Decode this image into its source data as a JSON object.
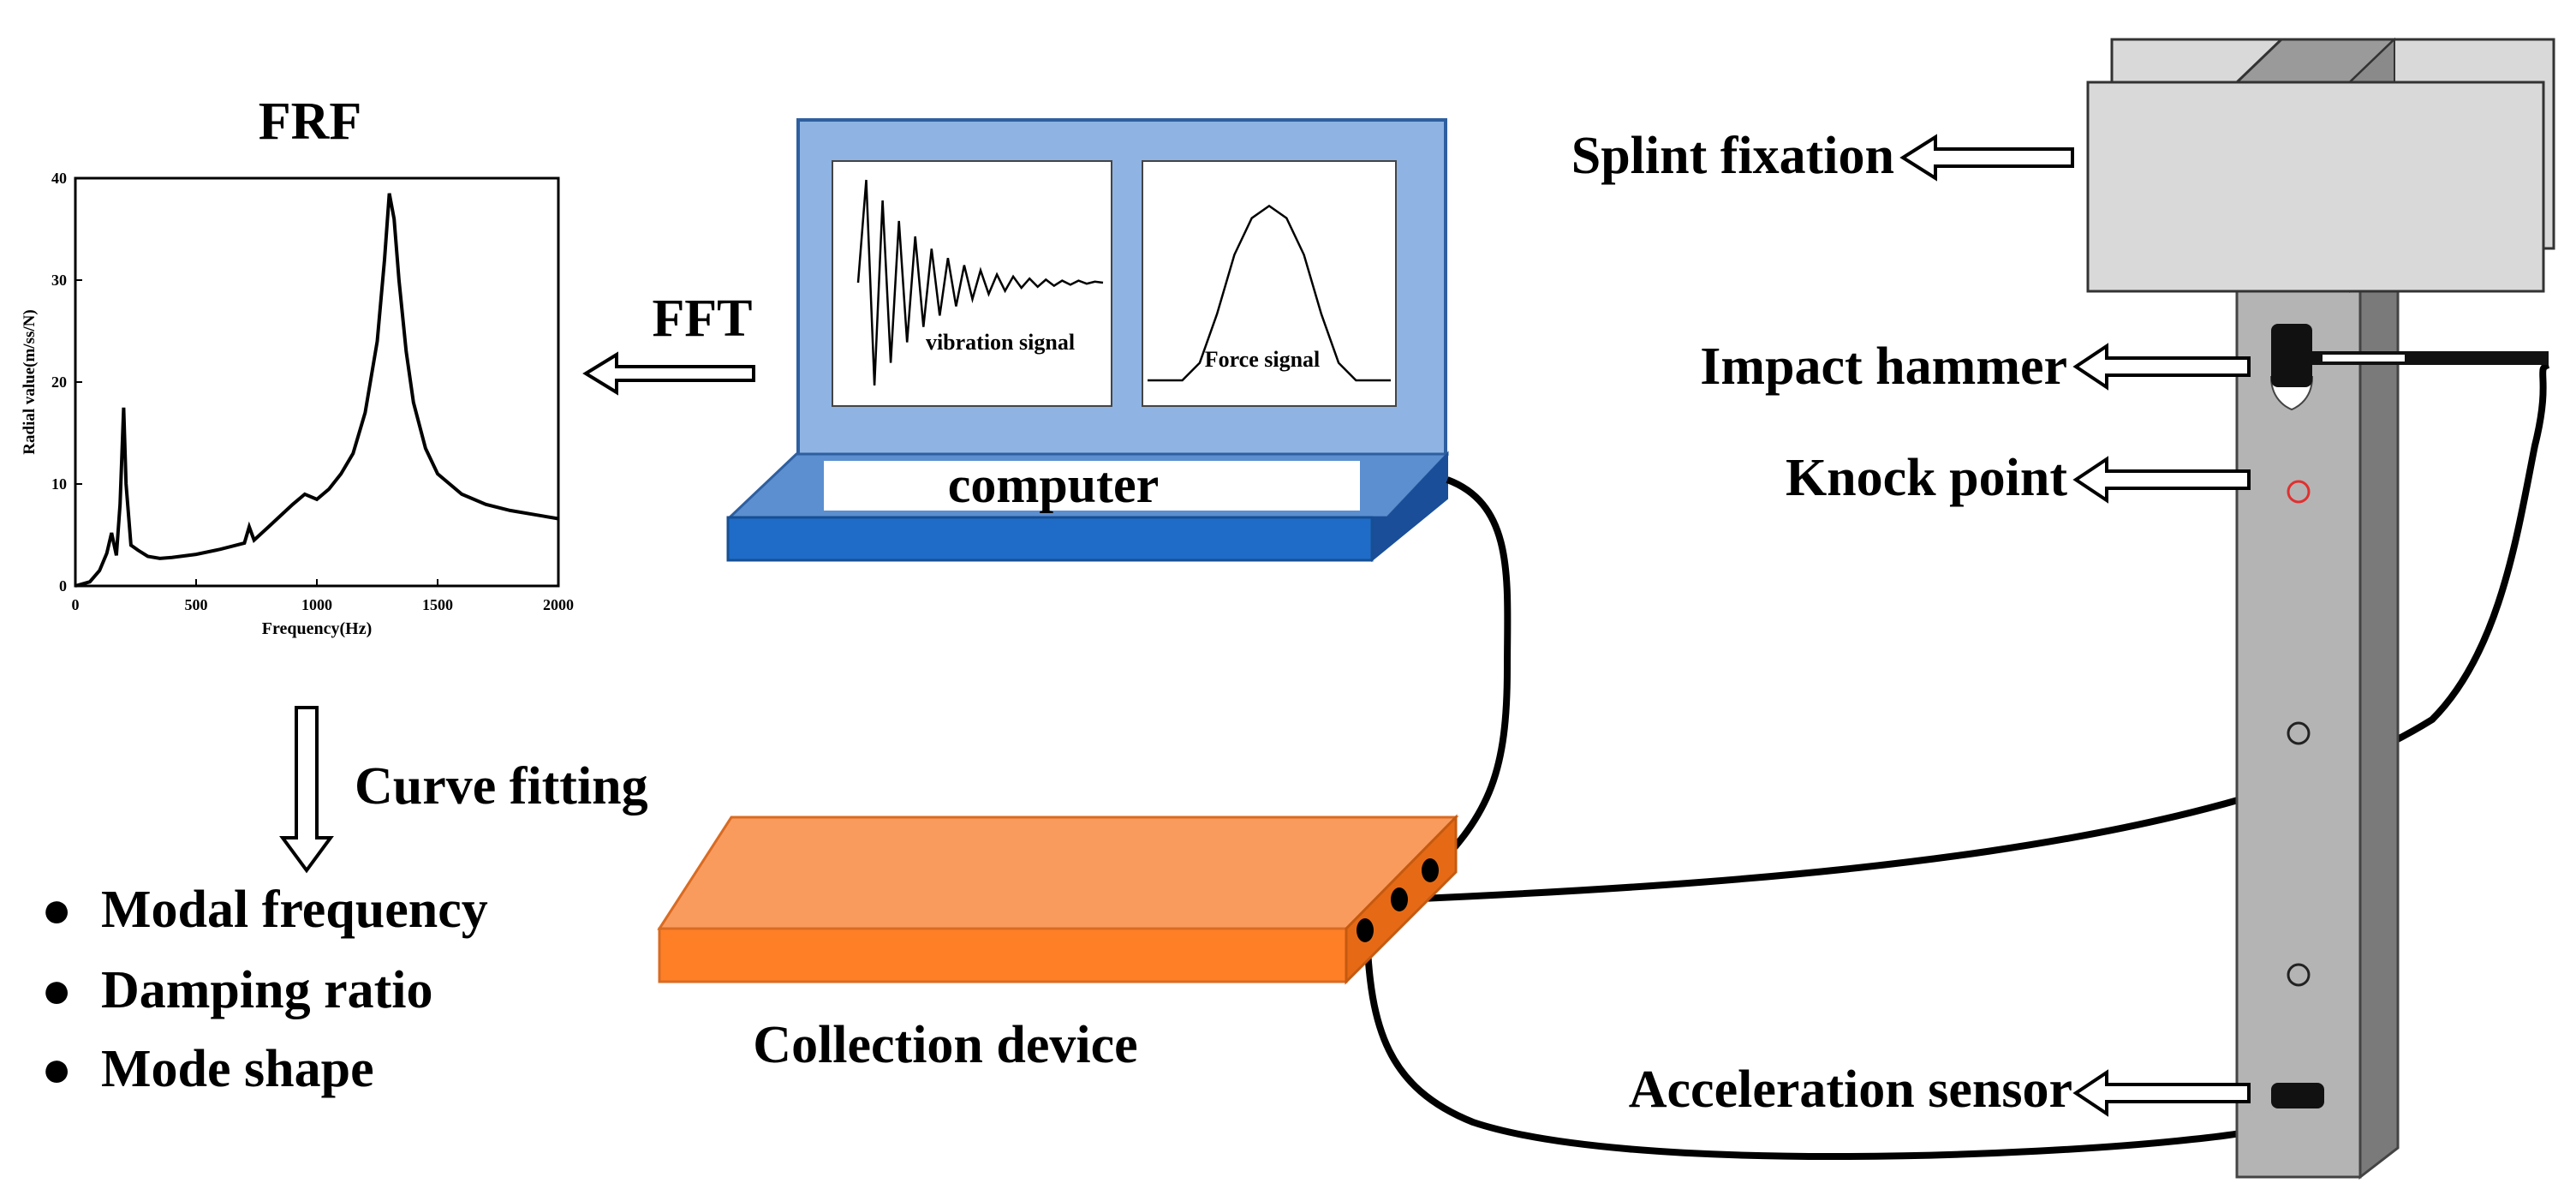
{
  "frf": {
    "title": "FRF",
    "ylabel": "Radial value(m/ss/N)",
    "xlabel": "Frequency(Hz)",
    "yticks": [
      "0",
      "10",
      "20",
      "30",
      "40"
    ],
    "xticks": [
      "0",
      "500",
      "1000",
      "1500",
      "2000"
    ]
  },
  "fft_label": "FFT",
  "curve_fitting_label": "Curve fitting",
  "results": [
    "Modal frequency",
    "Damping ratio",
    "Mode shape"
  ],
  "bullet_glyph": "●",
  "computer": {
    "label": "computer",
    "vibration_label": "vibration signal",
    "force_label": "Force signal"
  },
  "collection_device_label": "Collection device",
  "labels": {
    "splint": "Splint fixation",
    "hammer": "Impact hammer",
    "knock": "Knock point",
    "sensor": "Acceleration sensor"
  },
  "chart_data": [
    {
      "type": "line",
      "title": "FRF",
      "xlabel": "Frequency(Hz)",
      "ylabel": "Radial value(m/ss/N)",
      "xlim": [
        0,
        2000
      ],
      "ylim": [
        0,
        40
      ],
      "x": [
        0,
        60,
        100,
        130,
        150,
        170,
        185,
        200,
        210,
        230,
        260,
        300,
        350,
        400,
        500,
        600,
        700,
        720,
        740,
        800,
        850,
        900,
        950,
        1000,
        1050,
        1100,
        1150,
        1200,
        1250,
        1280,
        1300,
        1320,
        1340,
        1370,
        1400,
        1450,
        1500,
        1600,
        1700,
        1800,
        1900,
        2000
      ],
      "values": [
        0,
        0.4,
        1.5,
        3.2,
        5.2,
        3.0,
        8.0,
        17.5,
        10.0,
        4.0,
        3.5,
        2.9,
        2.7,
        2.8,
        3.1,
        3.6,
        4.2,
        5.8,
        4.5,
        5.8,
        6.9,
        8.0,
        9.0,
        8.5,
        9.5,
        11.0,
        13.0,
        17.0,
        24.0,
        32.0,
        38.5,
        36.0,
        30.0,
        23.0,
        18.0,
        13.5,
        11.0,
        9.0,
        8.0,
        7.4,
        7.0,
        6.6
      ]
    },
    {
      "type": "line",
      "title": "vibration signal",
      "x": [
        0,
        1,
        2,
        3,
        4,
        5,
        6,
        7,
        8,
        9,
        10,
        11,
        12,
        13,
        14,
        15,
        16,
        17,
        18,
        19,
        20,
        21,
        22,
        23,
        24,
        25,
        26,
        27,
        28,
        29,
        30
      ],
      "values": [
        0,
        100,
        -100,
        80,
        -78,
        60,
        -58,
        45,
        -43,
        33,
        -32,
        24,
        -23,
        17,
        -16,
        12,
        -11,
        8,
        -8,
        6,
        -5,
        4,
        -4,
        3,
        -3,
        2,
        -2,
        2,
        -1,
        1,
        0
      ],
      "ylim": [
        -100,
        100
      ]
    },
    {
      "type": "line",
      "title": "Force signal",
      "x": [
        0,
        2,
        3,
        4,
        5,
        6,
        7,
        8,
        9,
        10,
        11,
        12,
        14
      ],
      "values": [
        0,
        0,
        10,
        38,
        72,
        93,
        100,
        93,
        72,
        38,
        10,
        0,
        0
      ],
      "ylim": [
        0,
        110
      ]
    }
  ]
}
